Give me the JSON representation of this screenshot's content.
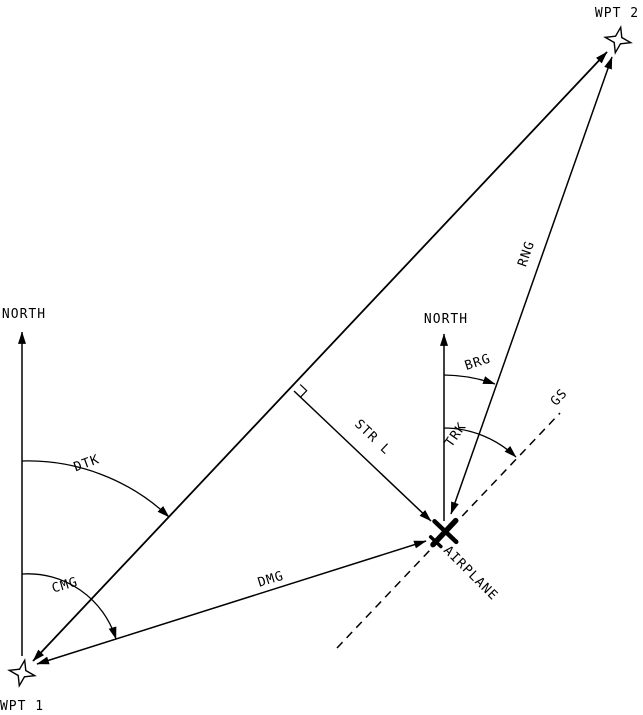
{
  "figure": {
    "type": "navigation-terms-diagram",
    "background_color": "#ffffff",
    "line_color": "#000000",
    "labels": {
      "wpt1": "WPT 1",
      "wpt2": "WPT 2",
      "north_wpt1": "NORTH",
      "north_airplane": "NORTH",
      "dtk": "DTK",
      "cmg": "CMG",
      "dmg": "DMG",
      "str_l": "STR L",
      "brg": "BRG",
      "trk": "TRK",
      "rng": "RNG",
      "gs": "GS",
      "airplane": "AIRPLANE"
    }
  }
}
